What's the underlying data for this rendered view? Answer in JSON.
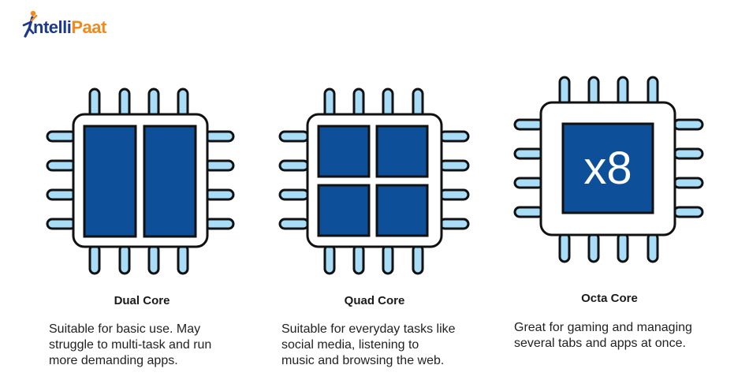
{
  "brand": {
    "name_part1": "ntelli",
    "name_part2": "Paat"
  },
  "colors": {
    "core": "#0d4f99",
    "pins": "#a9dcf6",
    "outline": "#111111",
    "brand_blue": "#1c3a8a",
    "brand_orange": "#f08a1c"
  },
  "chips": [
    {
      "title": "Dual Core",
      "description": [
        "Suitable for basic use. May",
        "struggle to multi-task and run",
        "more demanding apps."
      ]
    },
    {
      "title": "Quad Core",
      "description": [
        "Suitable for everyday tasks like",
        "social media, listening to",
        "music and browsing the web."
      ]
    },
    {
      "title": "Octa Core",
      "core_label": "x8",
      "description": [
        "Great for gaming and managing",
        "several tabs and apps at once."
      ]
    }
  ]
}
